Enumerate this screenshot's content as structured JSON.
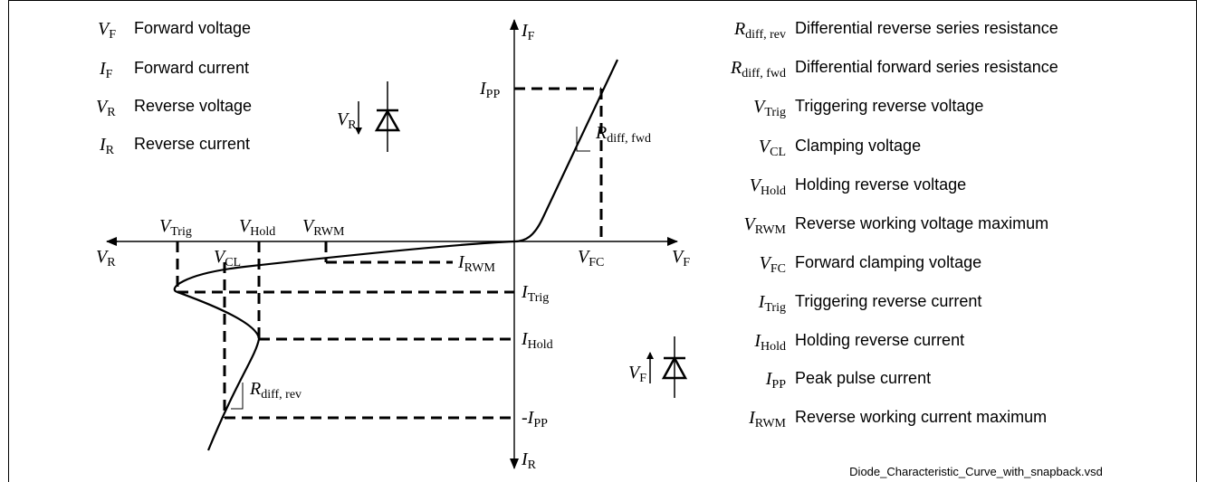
{
  "legend_left": [
    {
      "sym": "V",
      "sub": "F",
      "desc": "Forward voltage"
    },
    {
      "sym": "I",
      "sub": "F",
      "desc": "Forward current"
    },
    {
      "sym": "V",
      "sub": "R",
      "desc": "Reverse voltage"
    },
    {
      "sym": "I",
      "sub": "R",
      "desc": "Reverse current"
    }
  ],
  "legend_right": [
    {
      "sym": "R",
      "sub": "diff, rev",
      "desc": "Differential reverse series resistance"
    },
    {
      "sym": "R",
      "sub": "diff, fwd",
      "desc": "Differential forward series resistance"
    },
    {
      "sym": "V",
      "sub": "Trig",
      "desc": "Triggering reverse voltage"
    },
    {
      "sym": "V",
      "sub": "CL",
      "desc": "Clamping voltage"
    },
    {
      "sym": "V",
      "sub": "Hold",
      "desc": "Holding reverse voltage"
    },
    {
      "sym": "V",
      "sub": "RWM",
      "desc": "Reverse working voltage maximum"
    },
    {
      "sym": "V",
      "sub": "FC",
      "desc": "Forward clamping voltage"
    },
    {
      "sym": "I",
      "sub": "Trig",
      "desc": "Triggering reverse current"
    },
    {
      "sym": "I",
      "sub": "Hold",
      "desc": "Holding reverse current"
    },
    {
      "sym": "I",
      "sub": "PP",
      "desc": "Peak pulse current"
    },
    {
      "sym": "I",
      "sub": "RWM",
      "desc": "Reverse working current maximum"
    }
  ],
  "plot_labels": {
    "axis_if": {
      "sym": "I",
      "sub": "F"
    },
    "axis_ir": {
      "sym": "I",
      "sub": "R"
    },
    "axis_vf": {
      "sym": "V",
      "sub": "F"
    },
    "axis_vr": {
      "sym": "V",
      "sub": "R"
    },
    "ipp": {
      "sym": "I",
      "sub": "PP"
    },
    "neg_ipp": {
      "prefix": "-",
      "sym": "I",
      "sub": "PP"
    },
    "itrig": {
      "sym": "I",
      "sub": "Trig"
    },
    "ihold": {
      "sym": "I",
      "sub": "Hold"
    },
    "irwm": {
      "sym": "I",
      "sub": "RWM"
    },
    "vtrig": {
      "sym": "V",
      "sub": "Trig"
    },
    "vhold": {
      "sym": "V",
      "sub": "Hold"
    },
    "vrwm": {
      "sym": "V",
      "sub": "RWM"
    },
    "vcl": {
      "sym": "V",
      "sub": "CL"
    },
    "vfc": {
      "sym": "V",
      "sub": "FC"
    },
    "rdiff_fwd": {
      "sym": "R",
      "sub": "diff, fwd"
    },
    "rdiff_rev": {
      "sym": "R",
      "sub": "diff, rev"
    },
    "diode_vr": {
      "sym": "V",
      "sub": "R"
    },
    "diode_vf": {
      "sym": "V",
      "sub": "F"
    }
  },
  "filename": "Diode_Characteristic_Curve_with_snapback.vsd"
}
